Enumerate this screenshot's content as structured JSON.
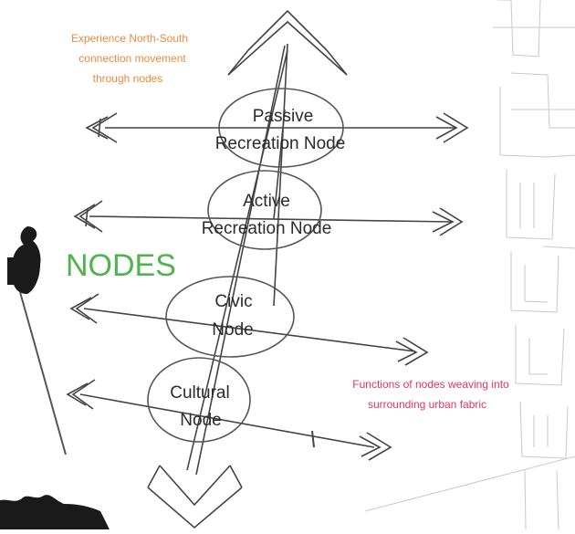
{
  "heading": "NODES",
  "notes": {
    "north_south": [
      "Experience North-South",
      "connection movement",
      "through nodes"
    ],
    "weaving": [
      "Functions of nodes weaving into",
      "surrounding urban fabric"
    ]
  },
  "nodes": [
    {
      "line1": "Passive",
      "line2": "Recreation Node"
    },
    {
      "line1": "Active",
      "line2": "Recreation Node"
    },
    {
      "line1": "Civic",
      "line2": "Node"
    },
    {
      "line1": "Cultural",
      "line2": "Node"
    }
  ],
  "colors": {
    "heading": "#4fb34f",
    "note_north_south": "#ee8a3c",
    "note_weaving": "#e0355c",
    "lines": "#444444",
    "background_map": "#c9c9c9"
  }
}
